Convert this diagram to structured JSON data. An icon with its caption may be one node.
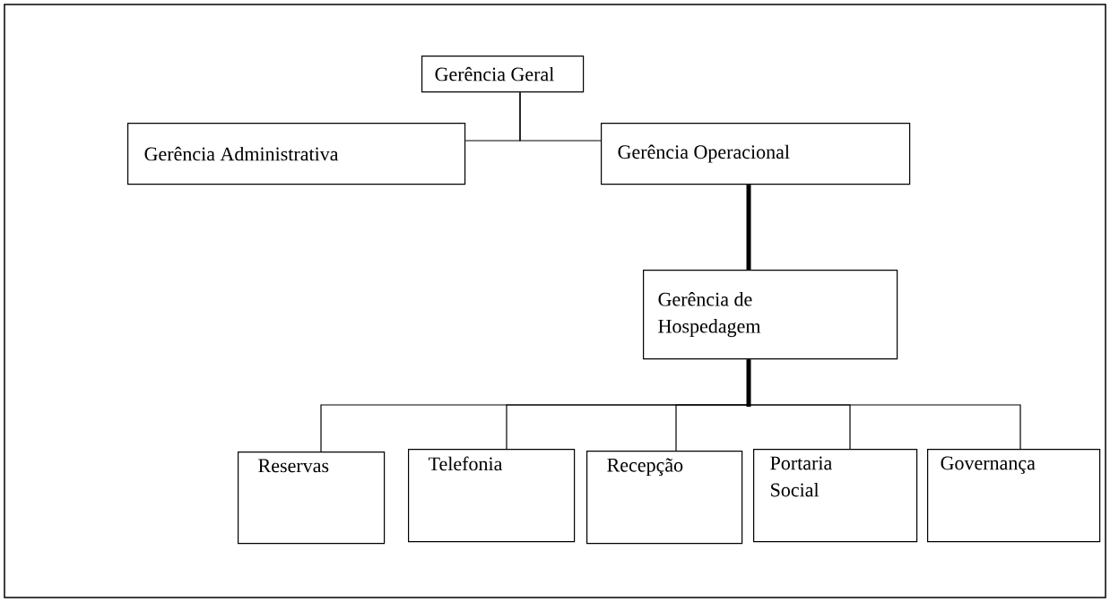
{
  "diagram": {
    "nodes": [
      {
        "text": [
          "Gerência Geral"
        ]
      },
      {
        "text": [
          "Gerência Administrativa"
        ]
      },
      {
        "text": [
          "Gerência Operacional"
        ]
      },
      {
        "text": [
          "Gerência de Hospedagem"
        ]
      },
      {
        "text": [
          "Reservas"
        ]
      },
      {
        "text": [
          "Telefonia"
        ]
      },
      {
        "text": [
          "Recepção"
        ]
      },
      {
        "text": [
          "Portaria Social"
        ]
      },
      {
        "text": [
          "Governança"
        ]
      }
    ],
    "edges": [
      {
        "from": 0,
        "to": 1,
        "arrow": "none"
      },
      {
        "from": 0,
        "to": 2,
        "arrow": "none"
      },
      {
        "from": 2,
        "to": 3,
        "arrow": "none",
        "style": "thick"
      },
      {
        "from": 3,
        "to": 4,
        "arrow": "none"
      },
      {
        "from": 3,
        "to": 5,
        "arrow": "none"
      },
      {
        "from": 3,
        "to": 6,
        "arrow": "none"
      },
      {
        "from": 3,
        "to": 7,
        "arrow": "none"
      },
      {
        "from": 3,
        "to": 8,
        "arrow": "none"
      }
    ]
  }
}
